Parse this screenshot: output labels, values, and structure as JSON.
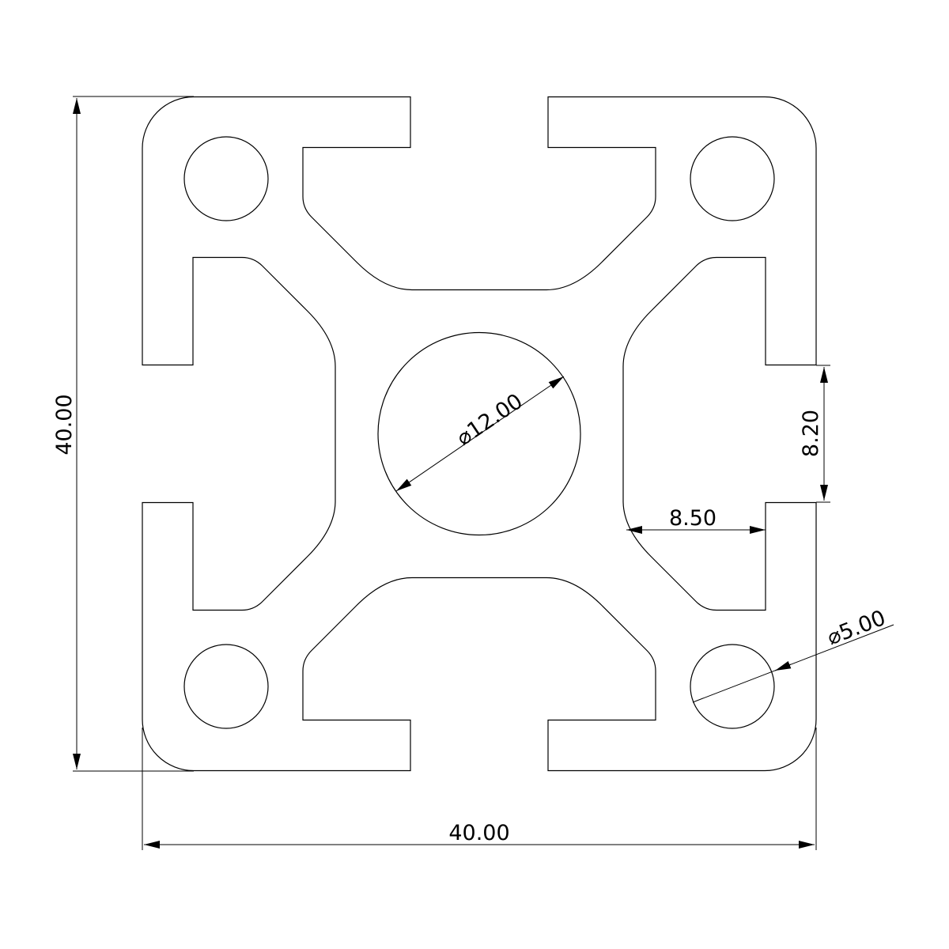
{
  "drawing": {
    "title": "40x40 aluminum extrusion profile cross-section",
    "dimensions": {
      "overall_height": "40.00",
      "overall_width": "40.00",
      "slot_opening": "8.20",
      "slot_depth": "8.50",
      "center_bore": "12.00",
      "corner_hole": "5.00",
      "diameter_symbol": "⌀"
    },
    "line_color": "#000000",
    "background": "#ffffff"
  }
}
